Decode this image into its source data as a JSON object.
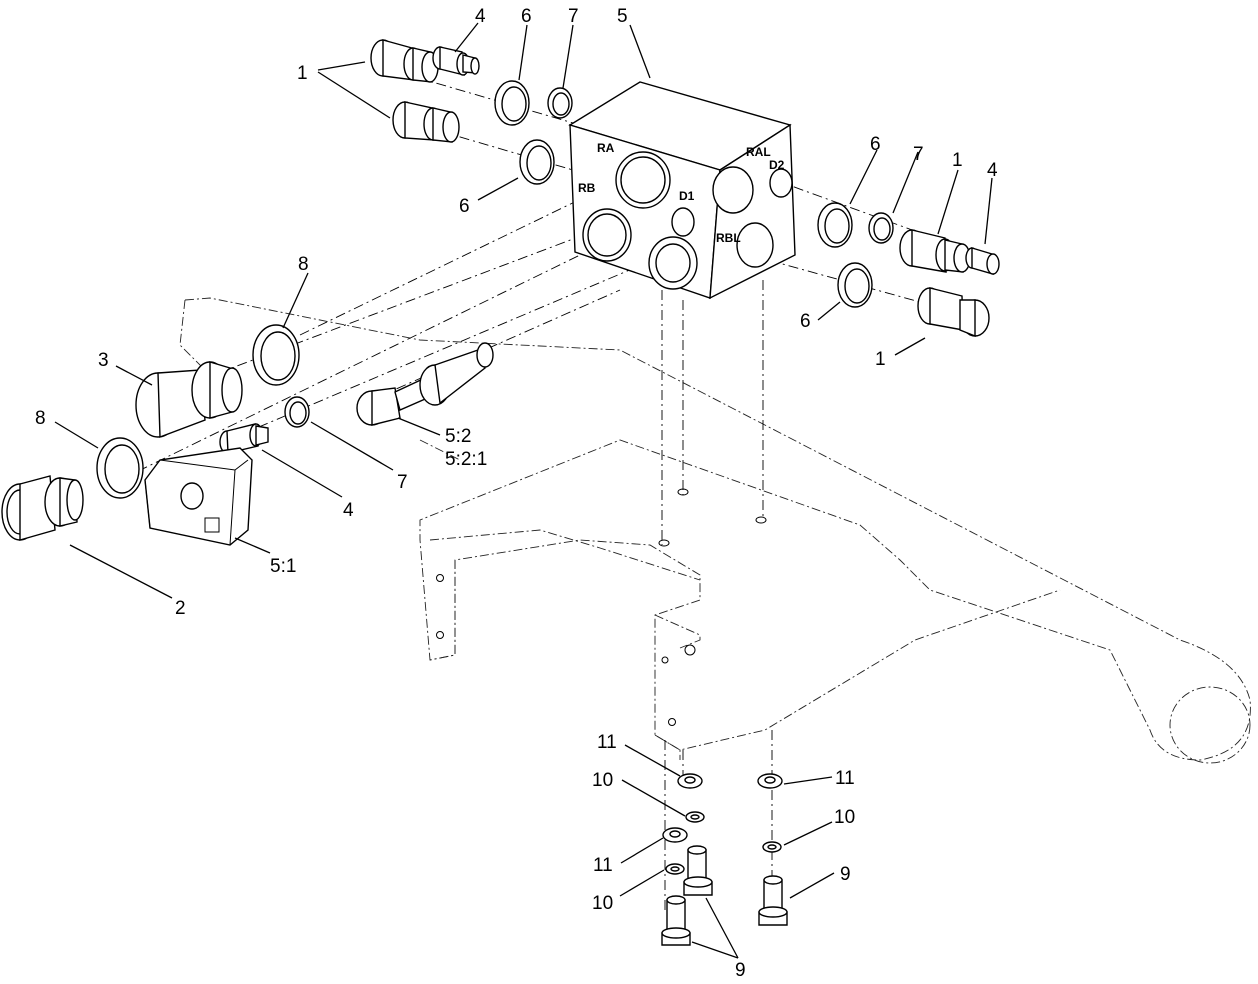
{
  "ports": {
    "ra": "RA",
    "rb": "RB",
    "d1": "D1",
    "ral": "RAL",
    "d2": "D2",
    "rbl": "RBL"
  },
  "callouts": {
    "c1_top": "1",
    "c4_top": "4",
    "c6_top": "6",
    "c7_top": "7",
    "c5": "5",
    "c6_left": "6",
    "c6_right_top": "6",
    "c7_right": "7",
    "c1_right_top": "1",
    "c4_right": "4",
    "c6_right_bottom": "6",
    "c1_right_bottom": "1",
    "c8_top": "8",
    "c3": "3",
    "c8_left": "8",
    "c5_2": "5:2",
    "c5_2_1": "5:2:1",
    "c7_mid": "7",
    "c4_mid": "4",
    "c5_1": "5:1",
    "c2": "2",
    "c11_a": "11",
    "c10_a": "10",
    "c11_b": "11",
    "c10_b": "10",
    "c9_bottom": "9",
    "c11_right": "11",
    "c10_right": "10",
    "c9_right": "9"
  }
}
